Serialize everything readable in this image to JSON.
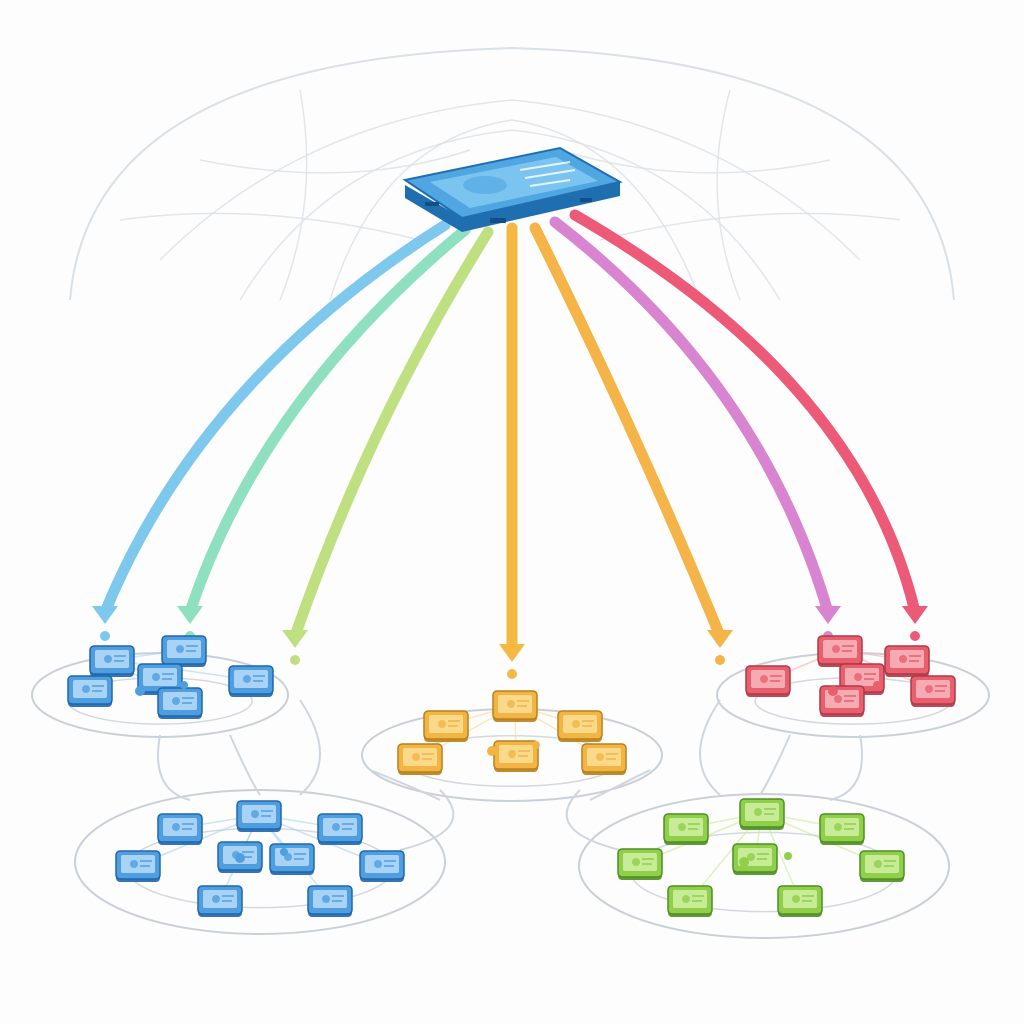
{
  "colors": {
    "background": "#fdfdfd",
    "globe": "#d9e0e6",
    "ring": "#c9d0d8",
    "link": "#cfd6dd",
    "hub_body": "#4fa6e0",
    "hub_top": "#7cc4f0",
    "hub_edge": "#1f6fb0",
    "arrows": [
      "#7ec8ee",
      "#8ee0c0",
      "#bfe080",
      "#f5b942",
      "#f5b447",
      "#d884d0",
      "#ec5a78"
    ]
  },
  "hub": {
    "icon": "server-tablet-icon"
  },
  "arrows": [
    {
      "id": "blue"
    },
    {
      "id": "teal"
    },
    {
      "id": "lime"
    },
    {
      "id": "amber"
    },
    {
      "id": "orange"
    },
    {
      "id": "magenta"
    },
    {
      "id": "red"
    }
  ],
  "clusters": [
    {
      "id": "top-left",
      "color": "#4f9fe0",
      "light": "#a9d3f5",
      "edge": "#1e66ad",
      "device_count": 6
    },
    {
      "id": "top-center",
      "color": "#f2b544",
      "light": "#fbd98a",
      "edge": "#b9801a",
      "device_count": 6
    },
    {
      "id": "top-right",
      "color": "#e8606e",
      "light": "#f6aab2",
      "edge": "#b03848",
      "device_count": 6
    },
    {
      "id": "bottom-left",
      "color": "#4f9fe0",
      "light": "#a9d3f5",
      "edge": "#1e66ad",
      "device_count": 9
    },
    {
      "id": "bottom-right",
      "color": "#8fcf4a",
      "light": "#c8eb98",
      "edge": "#4f8f22",
      "device_count": 8
    }
  ]
}
